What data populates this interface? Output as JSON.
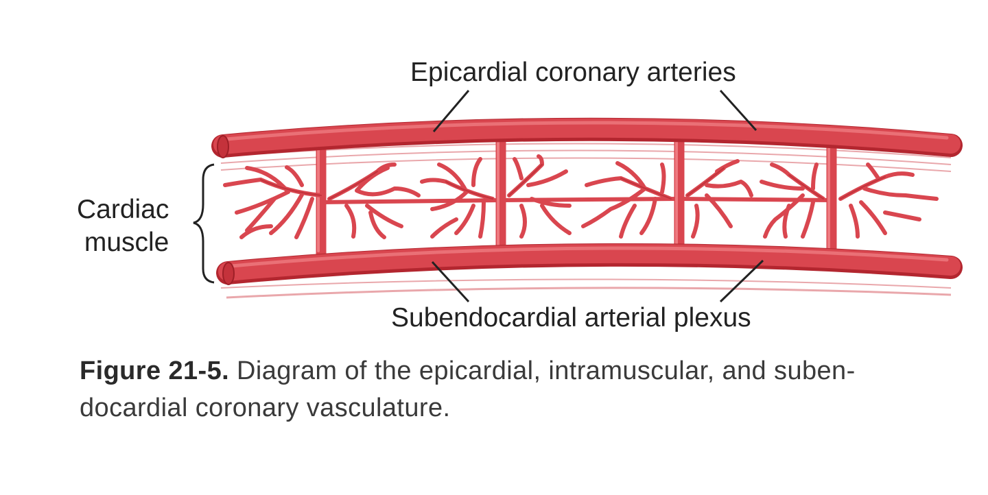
{
  "labels": {
    "epicardial": "Epicardial coronary arteries",
    "subendocardial": "Subendocardial arterial plexus",
    "cardiac_line1": "Cardiac",
    "cardiac_line2": "muscle"
  },
  "caption": {
    "figure_number": "Figure 21-5.",
    "line1_text": " Diagram of the epicardial, intramuscular, and suben-",
    "line2_text": "docardial coronary vasculature."
  },
  "colors": {
    "vessel": "#d9464f",
    "vessel_dark": "#b3262f",
    "vessel_light": "#ee7a80",
    "muscle_line": "#e9a7ab",
    "leader": "#222222"
  }
}
